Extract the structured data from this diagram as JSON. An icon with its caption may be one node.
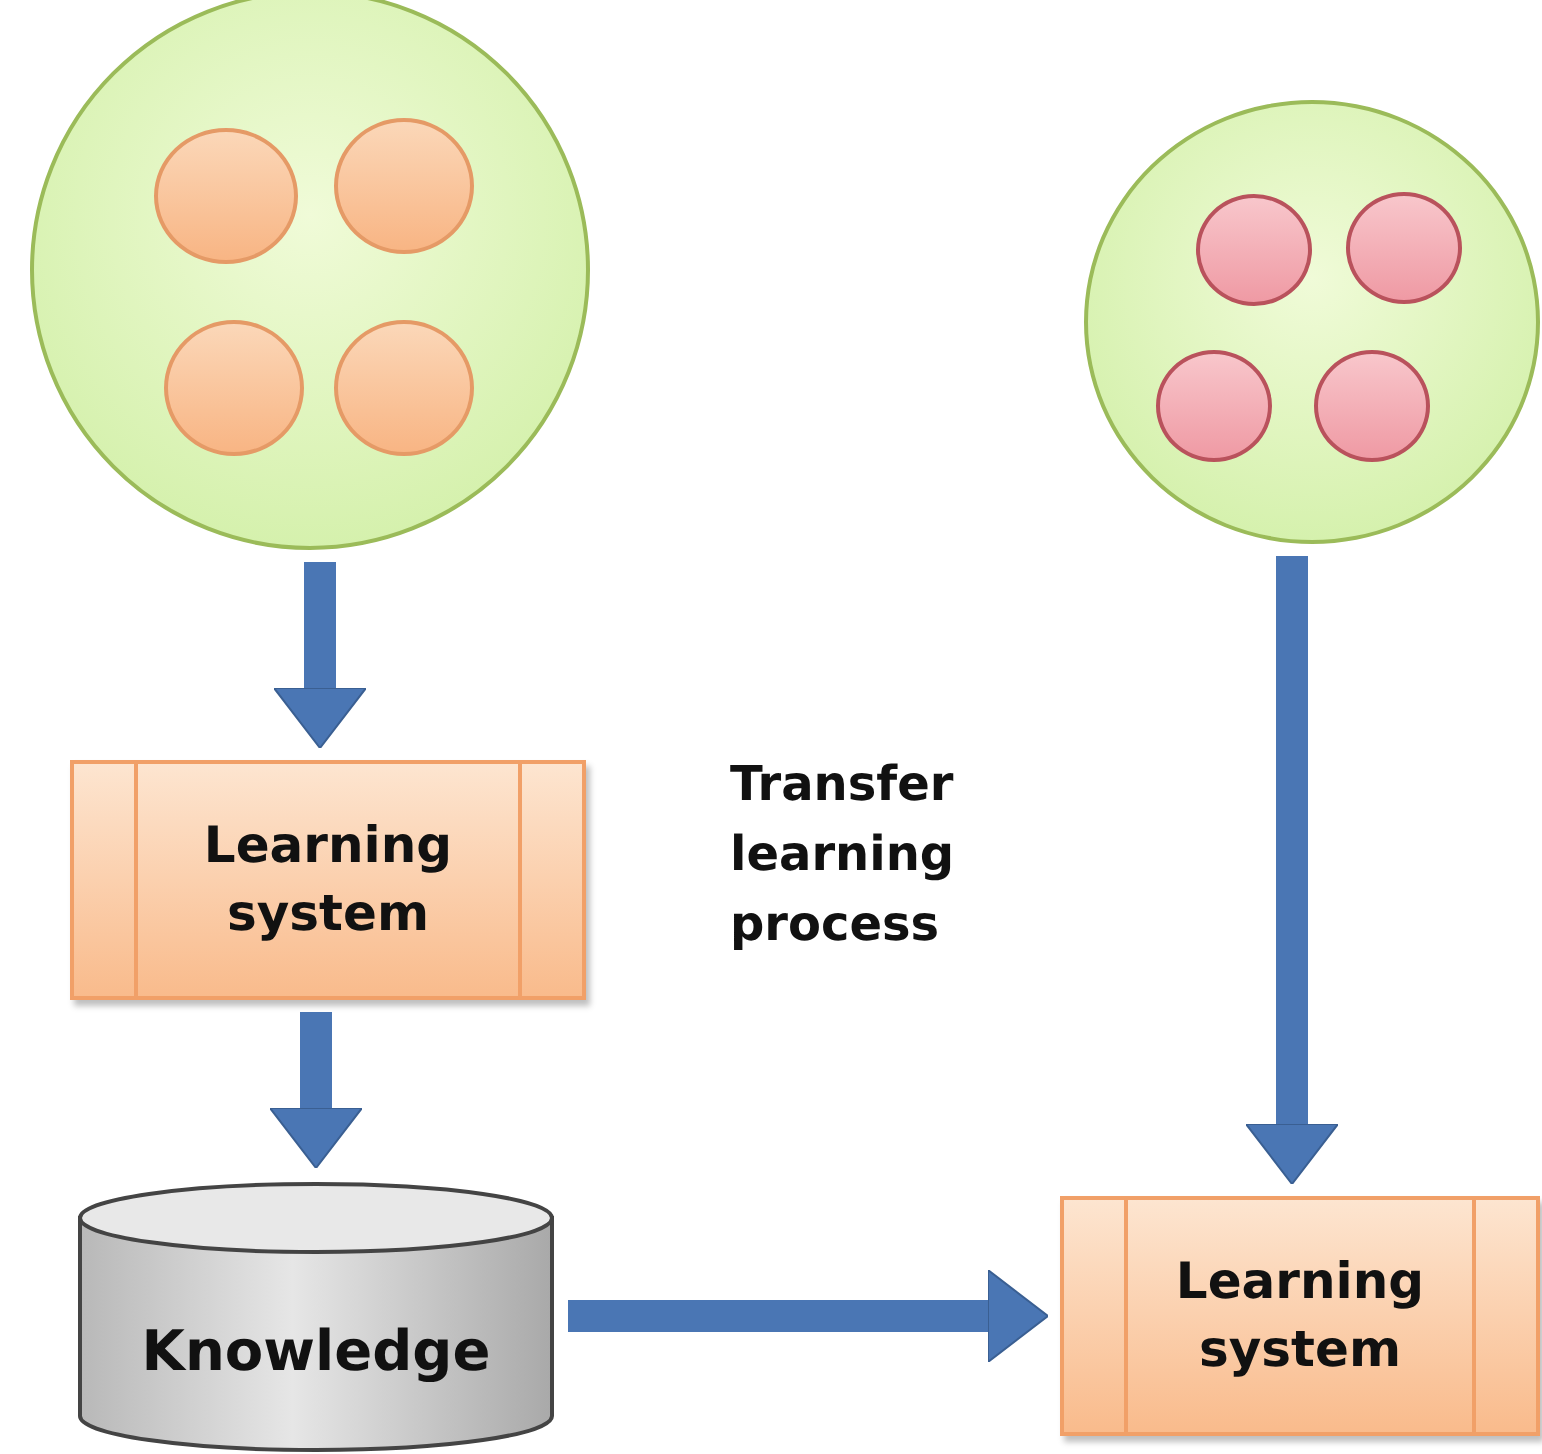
{
  "diagram": {
    "nodes": [
      {
        "text": [],
        "shape": "circle"
      },
      {
        "text": [],
        "shape": "circle",
        "in": 0
      },
      {
        "text": [],
        "shape": "circle",
        "in": 0
      },
      {
        "text": [],
        "shape": "circle",
        "in": 0
      },
      {
        "text": [],
        "shape": "circle",
        "in": 0
      },
      {
        "text": [],
        "shape": "circle"
      },
      {
        "text": [],
        "shape": "circle",
        "in": 5
      },
      {
        "text": [],
        "shape": "circle",
        "in": 5
      },
      {
        "text": [],
        "shape": "circle",
        "in": 5
      },
      {
        "text": [],
        "shape": "circle",
        "in": 5
      },
      {
        "text": [
          "Learning system"
        ]
      },
      {
        "text": [
          "Knowledge"
        ]
      },
      {
        "text": [
          "Learning system"
        ]
      }
    ],
    "edges": [
      {
        "from": 0,
        "to": 10,
        "arrow": "to"
      },
      {
        "from": 10,
        "to": 11,
        "arrow": "to"
      },
      {
        "from": 5,
        "to": 12,
        "arrow": "to"
      },
      {
        "from": 11,
        "to": 12,
        "arrow": "to"
      }
    ],
    "labels": [
      "Transfer learning process"
    ]
  }
}
